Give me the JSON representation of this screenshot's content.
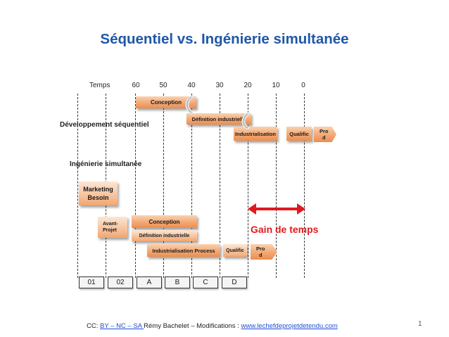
{
  "title": "Séquentiel vs. Ingénierie simultanée",
  "timeline": {
    "label": "Temps",
    "ticks": [
      "60",
      "50",
      "40",
      "30",
      "20",
      "10",
      "0"
    ]
  },
  "sequential": {
    "label": "Développement séquentiel",
    "tasks": {
      "conception": "Conception",
      "definition": "Définition industrielle",
      "industrialisation": "Industrialisation",
      "qualific": "Qualific",
      "prod": "Pro\nd"
    }
  },
  "concurrent": {
    "label": "Ingénierie simultanée",
    "tasks": {
      "marketing": "Marketing\nBesoin",
      "avant_projet": "Avant-\nProjet",
      "conception": "Conception",
      "definition": "Définition industrielle",
      "industrialisation": "Industrialisation Process",
      "qualific": "Qualific",
      "prod": "Pro\nd"
    }
  },
  "gain": "Gain de temps",
  "phases": [
    "01",
    "02",
    "A",
    "B",
    "C",
    "D"
  ],
  "footer": {
    "prefix": "CC: ",
    "license": "BY – NC – SA ",
    "middle": " Rémy Bachelet – Modifications : ",
    "url": "www.lechefdeprojetdetendu.com"
  },
  "page_number": "1",
  "colors": {
    "title": "#1f57a8",
    "bar": "#f3a874",
    "gain": "#e0191f",
    "link": "#1f4fd1"
  }
}
